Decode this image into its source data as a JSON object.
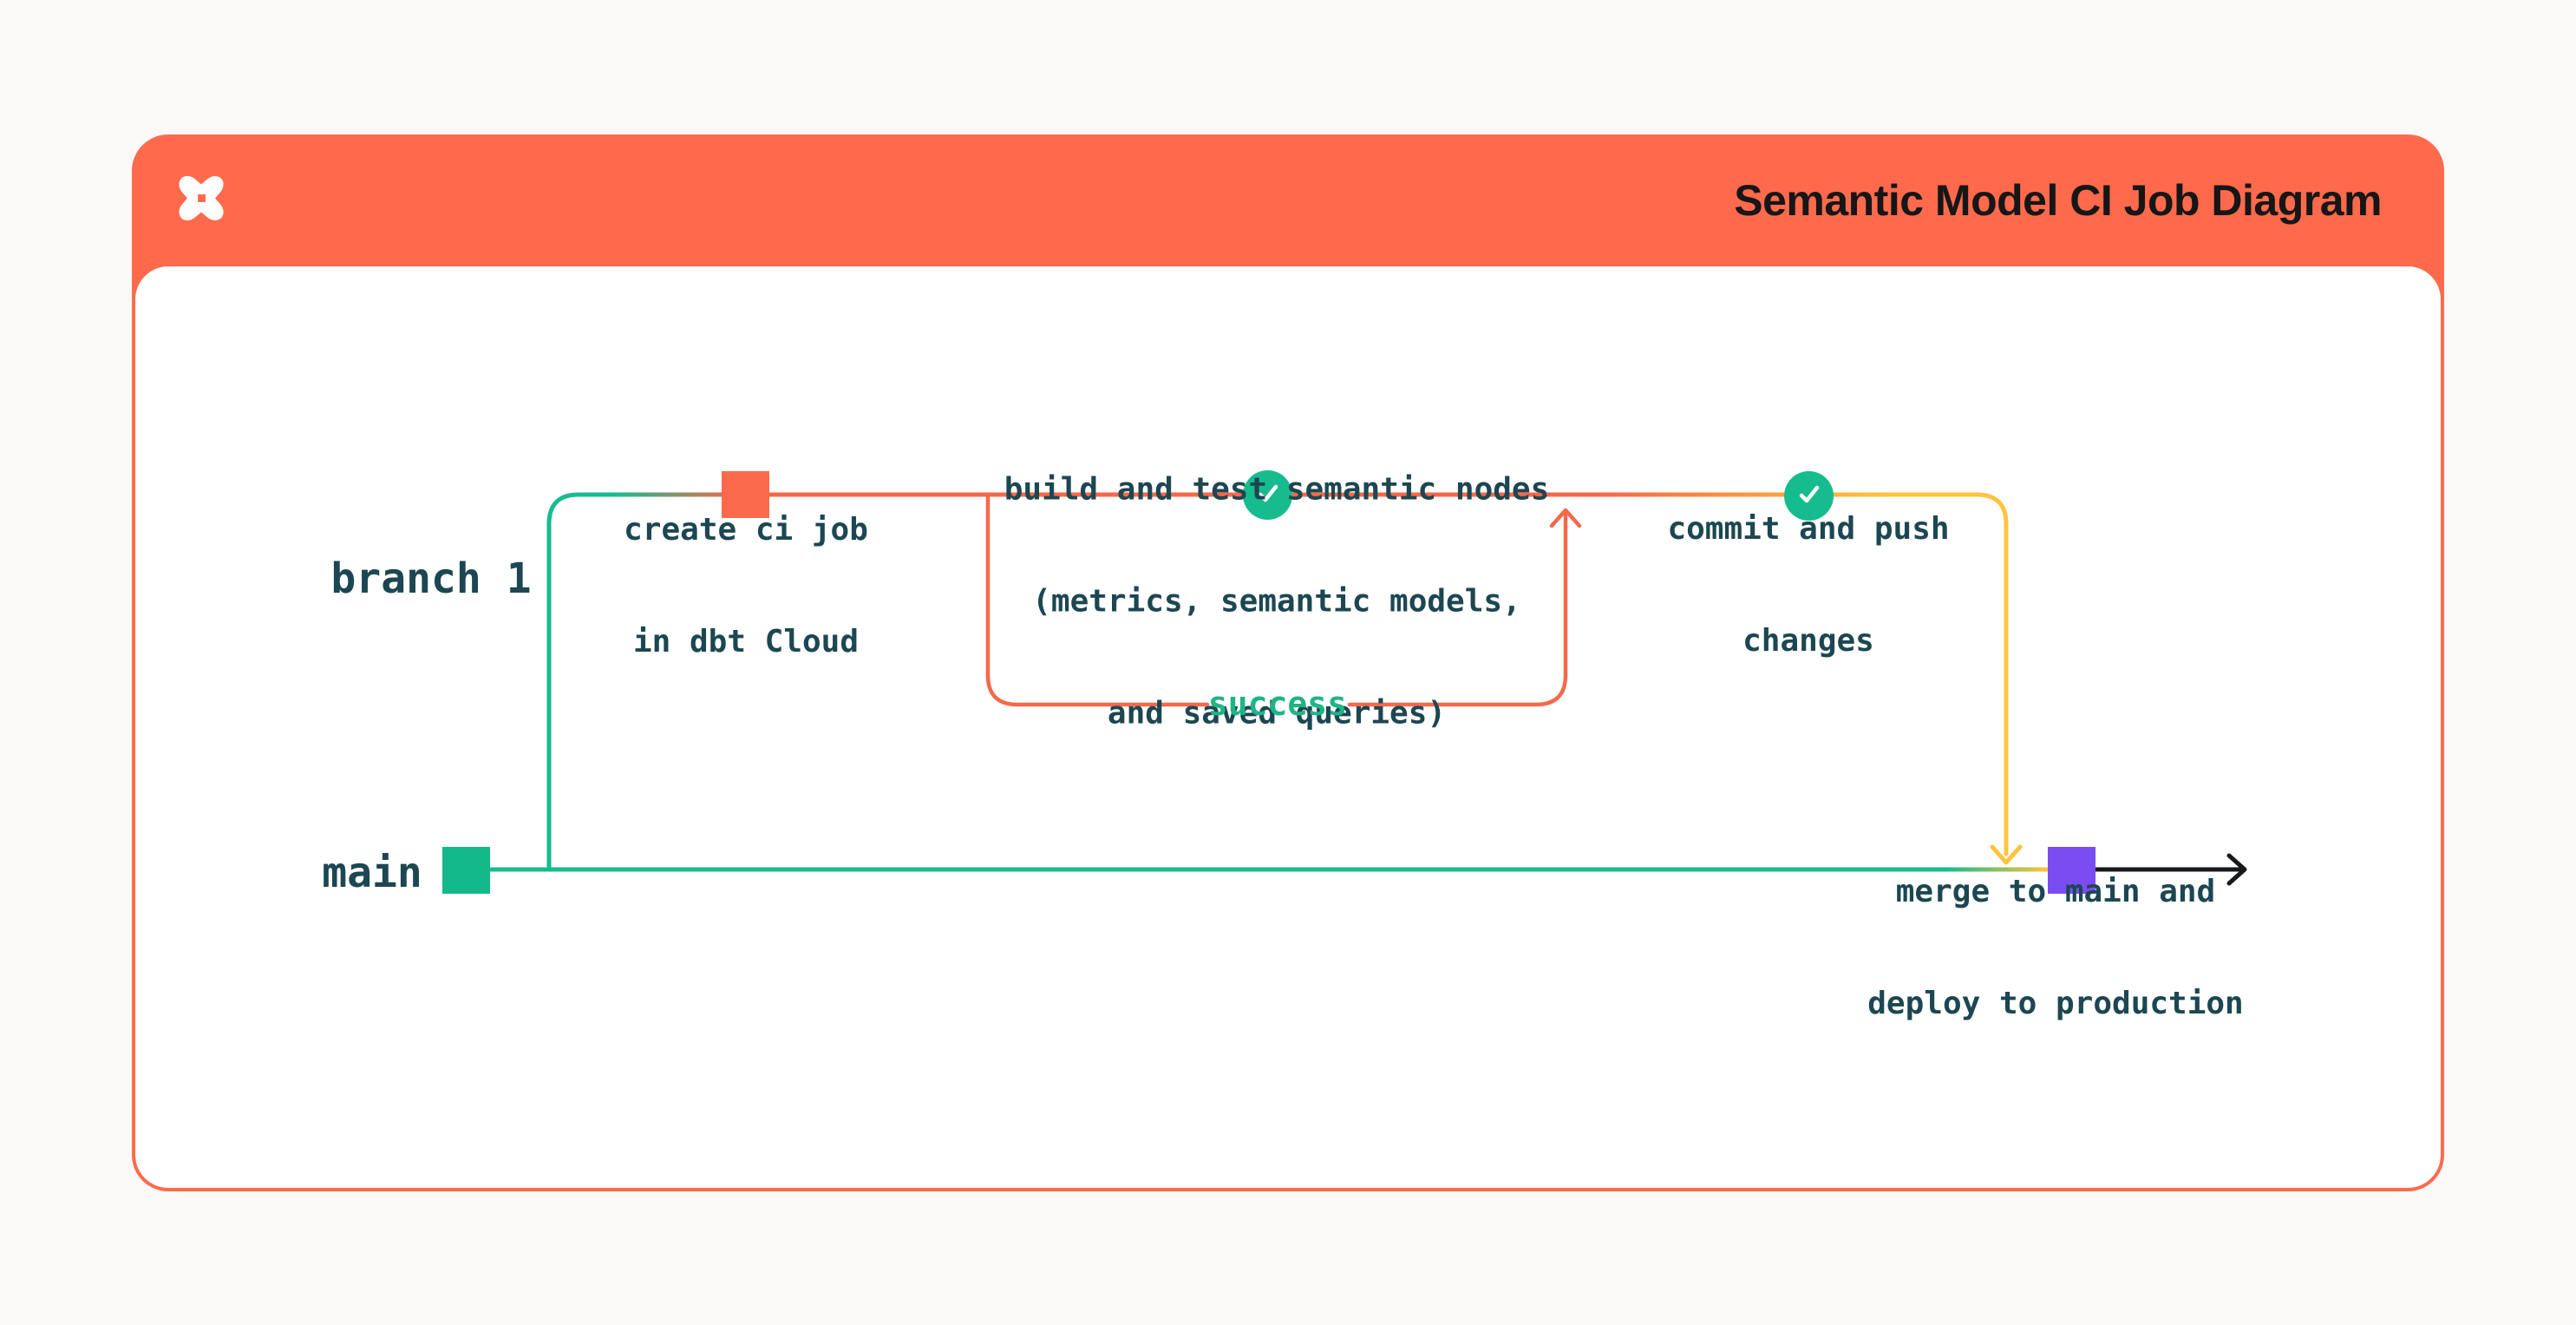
{
  "header": {
    "title": "Semantic Model CI Job Diagram",
    "logo_icon": "dbt-star-logo",
    "background": "#FF6A4C",
    "title_color": "#161616"
  },
  "diagram": {
    "branch_labels": {
      "branch1": "branch 1",
      "main": "main"
    },
    "captions": {
      "create": [
        "create ci job",
        "in dbt Cloud"
      ],
      "build": [
        "build and test semantic nodes",
        "(metrics, semantic models,",
        "and saved queries)"
      ],
      "commit": [
        "commit and push",
        "changes"
      ],
      "merge": [
        "merge to main and",
        "deploy to production"
      ]
    },
    "loop_label": "success",
    "nodes": [
      {
        "id": "main-start",
        "shape": "square",
        "color": "#14B98A"
      },
      {
        "id": "create-ci-job",
        "shape": "square",
        "color": "#FB6A4D"
      },
      {
        "id": "build-and-test",
        "shape": "check-circle",
        "color": "#17BC8E"
      },
      {
        "id": "commit-and-push",
        "shape": "check-circle",
        "color": "#17BC8E"
      },
      {
        "id": "merge-to-main",
        "shape": "square",
        "color": "#7C4CF3"
      }
    ],
    "colors": {
      "branch_green": "#17BC8E",
      "ci_orange": "#F4694B",
      "success_yellow": "#FFC43D",
      "merge_purple": "#7C4CF3",
      "text_dark_teal": "#1C4752",
      "success_label_green": "#1FB487",
      "arrow_black": "#17181B"
    }
  }
}
